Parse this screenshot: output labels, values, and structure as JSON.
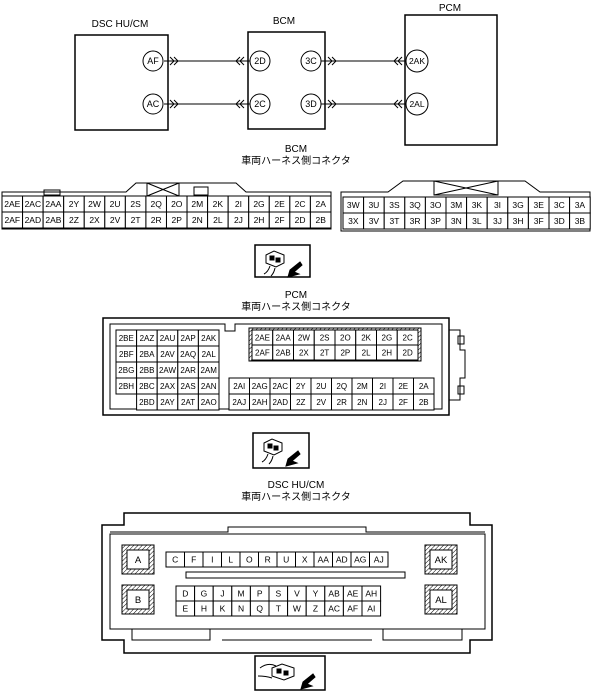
{
  "wiring": {
    "modules": {
      "dsc": "DSC HU/CM",
      "bcm": "BCM",
      "pcm": "PCM"
    },
    "pins": {
      "dsc_top": "AF",
      "dsc_bot": "AC",
      "bcm_l_top": "2D",
      "bcm_l_bot": "2C",
      "bcm_r_top": "3C",
      "bcm_r_bot": "3D",
      "pcm_top": "2AK",
      "pcm_bot": "2AL"
    }
  },
  "bcm_connector": {
    "title": "BCM",
    "subtitle": "車両ハーネス側コネクタ",
    "left_rows": [
      [
        "2AE",
        "2AC",
        "2AA",
        "2Y",
        "2W",
        "2U",
        "2S",
        "2Q",
        "2O",
        "2M",
        "2K",
        "2I",
        "2G",
        "2E",
        "2C",
        "2A"
      ],
      [
        "2AF",
        "2AD",
        "2AB",
        "2Z",
        "2X",
        "2V",
        "2T",
        "2R",
        "2P",
        "2N",
        "2L",
        "2J",
        "2H",
        "2F",
        "2D",
        "2B"
      ]
    ],
    "right_rows": [
      [
        "3W",
        "3U",
        "3S",
        "3Q",
        "3O",
        "3M",
        "3K",
        "3I",
        "3G",
        "3E",
        "3C",
        "3A"
      ],
      [
        "3X",
        "3V",
        "3T",
        "3R",
        "3P",
        "3N",
        "3L",
        "3J",
        "3H",
        "3F",
        "3D",
        "3B"
      ]
    ]
  },
  "pcm_connector": {
    "title": "PCM",
    "subtitle": "車両ハーネス側コネクタ",
    "left_rows": [
      [
        "2BE",
        "2AZ",
        "2AU",
        "2AP",
        "2AK"
      ],
      [
        "2BF",
        "2BA",
        "2AV",
        "2AQ",
        "2AL"
      ],
      [
        "2BG",
        "2BB",
        "2AW",
        "2AR",
        "2AM"
      ],
      [
        "2BH",
        "2BC",
        "2AX",
        "2AS",
        "2AN"
      ],
      [
        "",
        "2BD",
        "2AY",
        "2AT",
        "2AO"
      ]
    ],
    "top_rows": [
      [
        "2AE",
        "2AA",
        "2W",
        "2S",
        "2O",
        "2K",
        "2G",
        "2C"
      ],
      [
        "2AF",
        "2AB",
        "2X",
        "2T",
        "2P",
        "2L",
        "2H",
        "2D"
      ]
    ],
    "bottom_rows": [
      [
        "2AI",
        "2AG",
        "2AC",
        "2Y",
        "2U",
        "2Q",
        "2M",
        "2I",
        "2E",
        "2A"
      ],
      [
        "2AJ",
        "2AH",
        "2AD",
        "2Z",
        "2V",
        "2R",
        "2N",
        "2J",
        "2F",
        "2B"
      ]
    ]
  },
  "dsc_connector": {
    "title": "DSC HU/CM",
    "subtitle": "車両ハーネス側コネクタ",
    "row1": [
      "C",
      "F",
      "I",
      "L",
      "O",
      "R",
      "U",
      "X",
      "AA",
      "AD",
      "AG",
      "AJ"
    ],
    "row2": [
      "D",
      "G",
      "J",
      "M",
      "P",
      "S",
      "V",
      "Y",
      "AB",
      "AE",
      "AH"
    ],
    "row3": [
      "E",
      "H",
      "K",
      "N",
      "Q",
      "T",
      "W",
      "Z",
      "AC",
      "AF",
      "AI"
    ],
    "big_pins": {
      "top_left": "A",
      "bottom_left": "B",
      "top_right": "AK",
      "bottom_right": "AL"
    }
  }
}
